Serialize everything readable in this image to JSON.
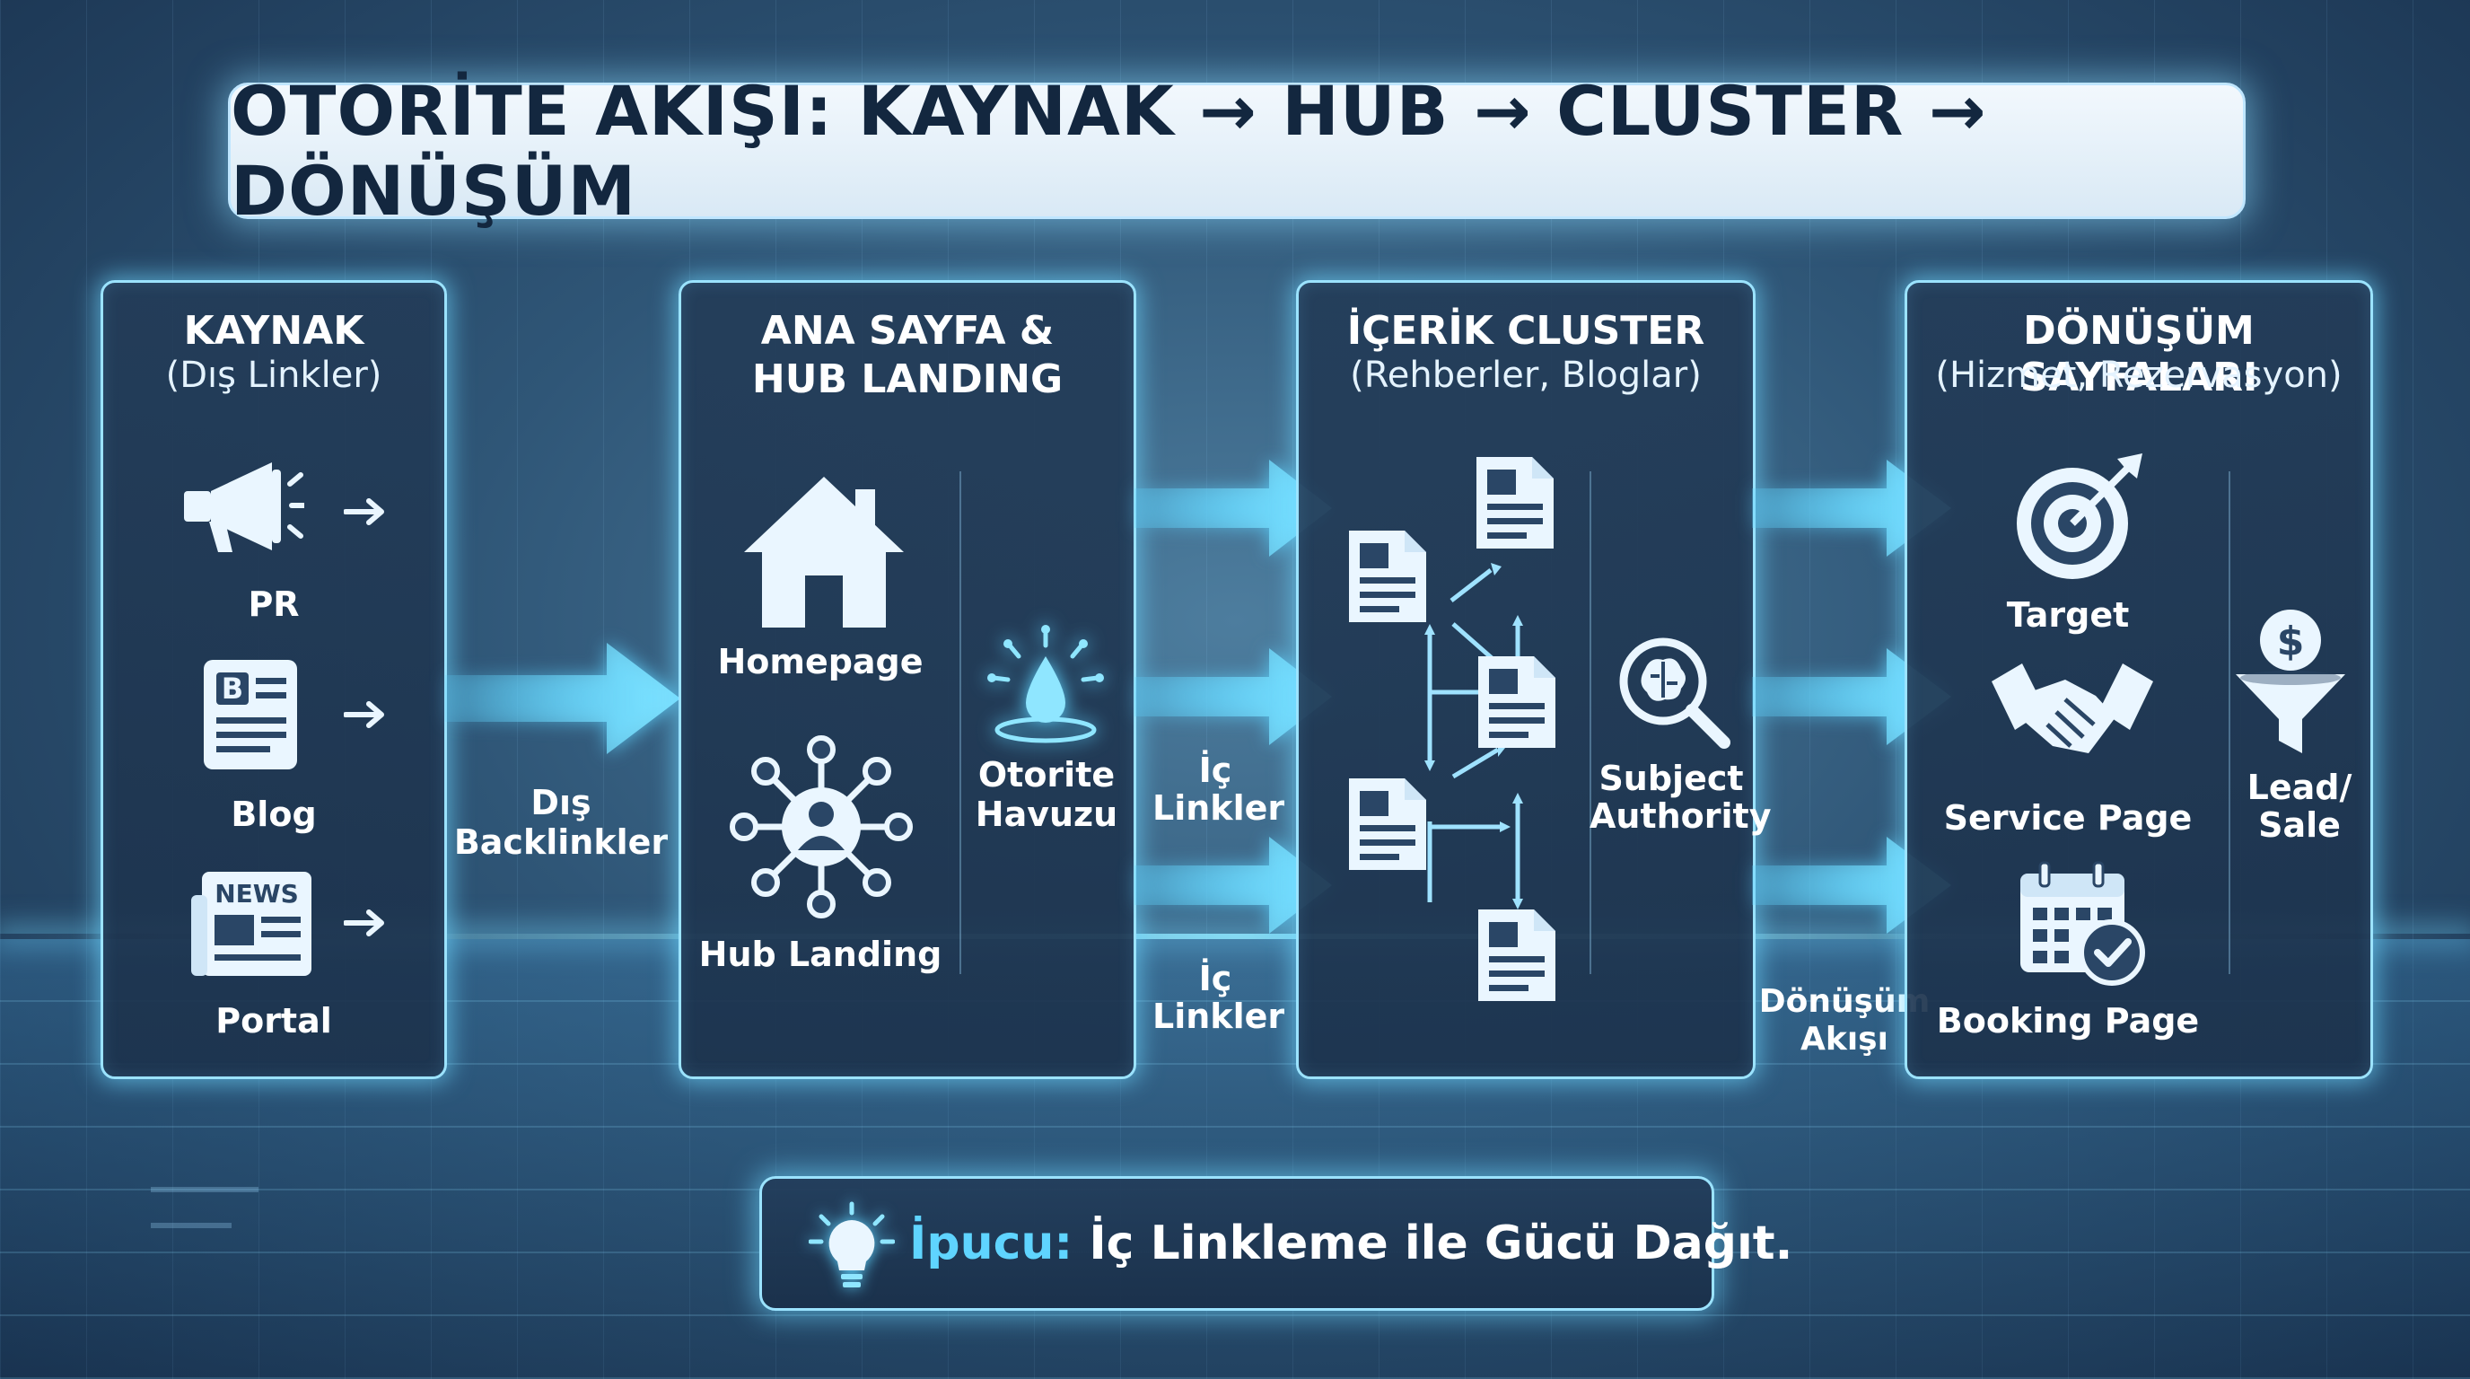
{
  "title": "OTORİTE AKIŞI: KAYNAK → HUB → CLUSTER → DÖNÜŞÜM",
  "panels": {
    "source": {
      "title": "KAYNAK",
      "subtitle": "(Dış Linkler)",
      "items": [
        {
          "label": "PR",
          "icon": "megaphone-icon"
        },
        {
          "label": "Blog",
          "icon": "blog-document-icon"
        },
        {
          "label": "Portal",
          "icon": "news-portal-icon"
        }
      ]
    },
    "hub": {
      "title_line1": "ANA SAYFA &",
      "title_line2": "HUB LANDING",
      "homepage": "Homepage",
      "hub_landing": "Hub Landing",
      "pool_line1": "Otorite",
      "pool_line2": "Havuzu"
    },
    "cluster": {
      "title": "İÇERİK CLUSTER",
      "subtitle": "(Rehberler, Bloglar)",
      "authority_line1": "Subject",
      "authority_line2": "Authority"
    },
    "conversion": {
      "title": "DÖNÜŞÜM SAYFALARI",
      "subtitle": "(Hizmet, Rezervasyon)",
      "items": [
        {
          "label": "Target",
          "icon": "target-icon"
        },
        {
          "label": "Service Page",
          "icon": "handshake-icon"
        },
        {
          "label": "Booking Page",
          "icon": "calendar-check-icon"
        }
      ],
      "lead_line1": "Lead/",
      "lead_line2": "Sale"
    }
  },
  "flows": {
    "backlinks_line1": "Dış",
    "backlinks_line2": "Backlinkler",
    "internal_a_line1": "İç",
    "internal_a_line2": "Linkler",
    "internal_b_line1": "İç",
    "internal_b_line2": "Linkler",
    "conversion_line1": "Dönüşüm",
    "conversion_line2": "Akışı"
  },
  "tip": {
    "keyword": "İpucu:",
    "text": " İç Linkleme ile Gücü Dağıt."
  },
  "colors": {
    "accent": "#5fd4ff",
    "panel_border": "#9be3ff",
    "title_text": "#13273f"
  }
}
